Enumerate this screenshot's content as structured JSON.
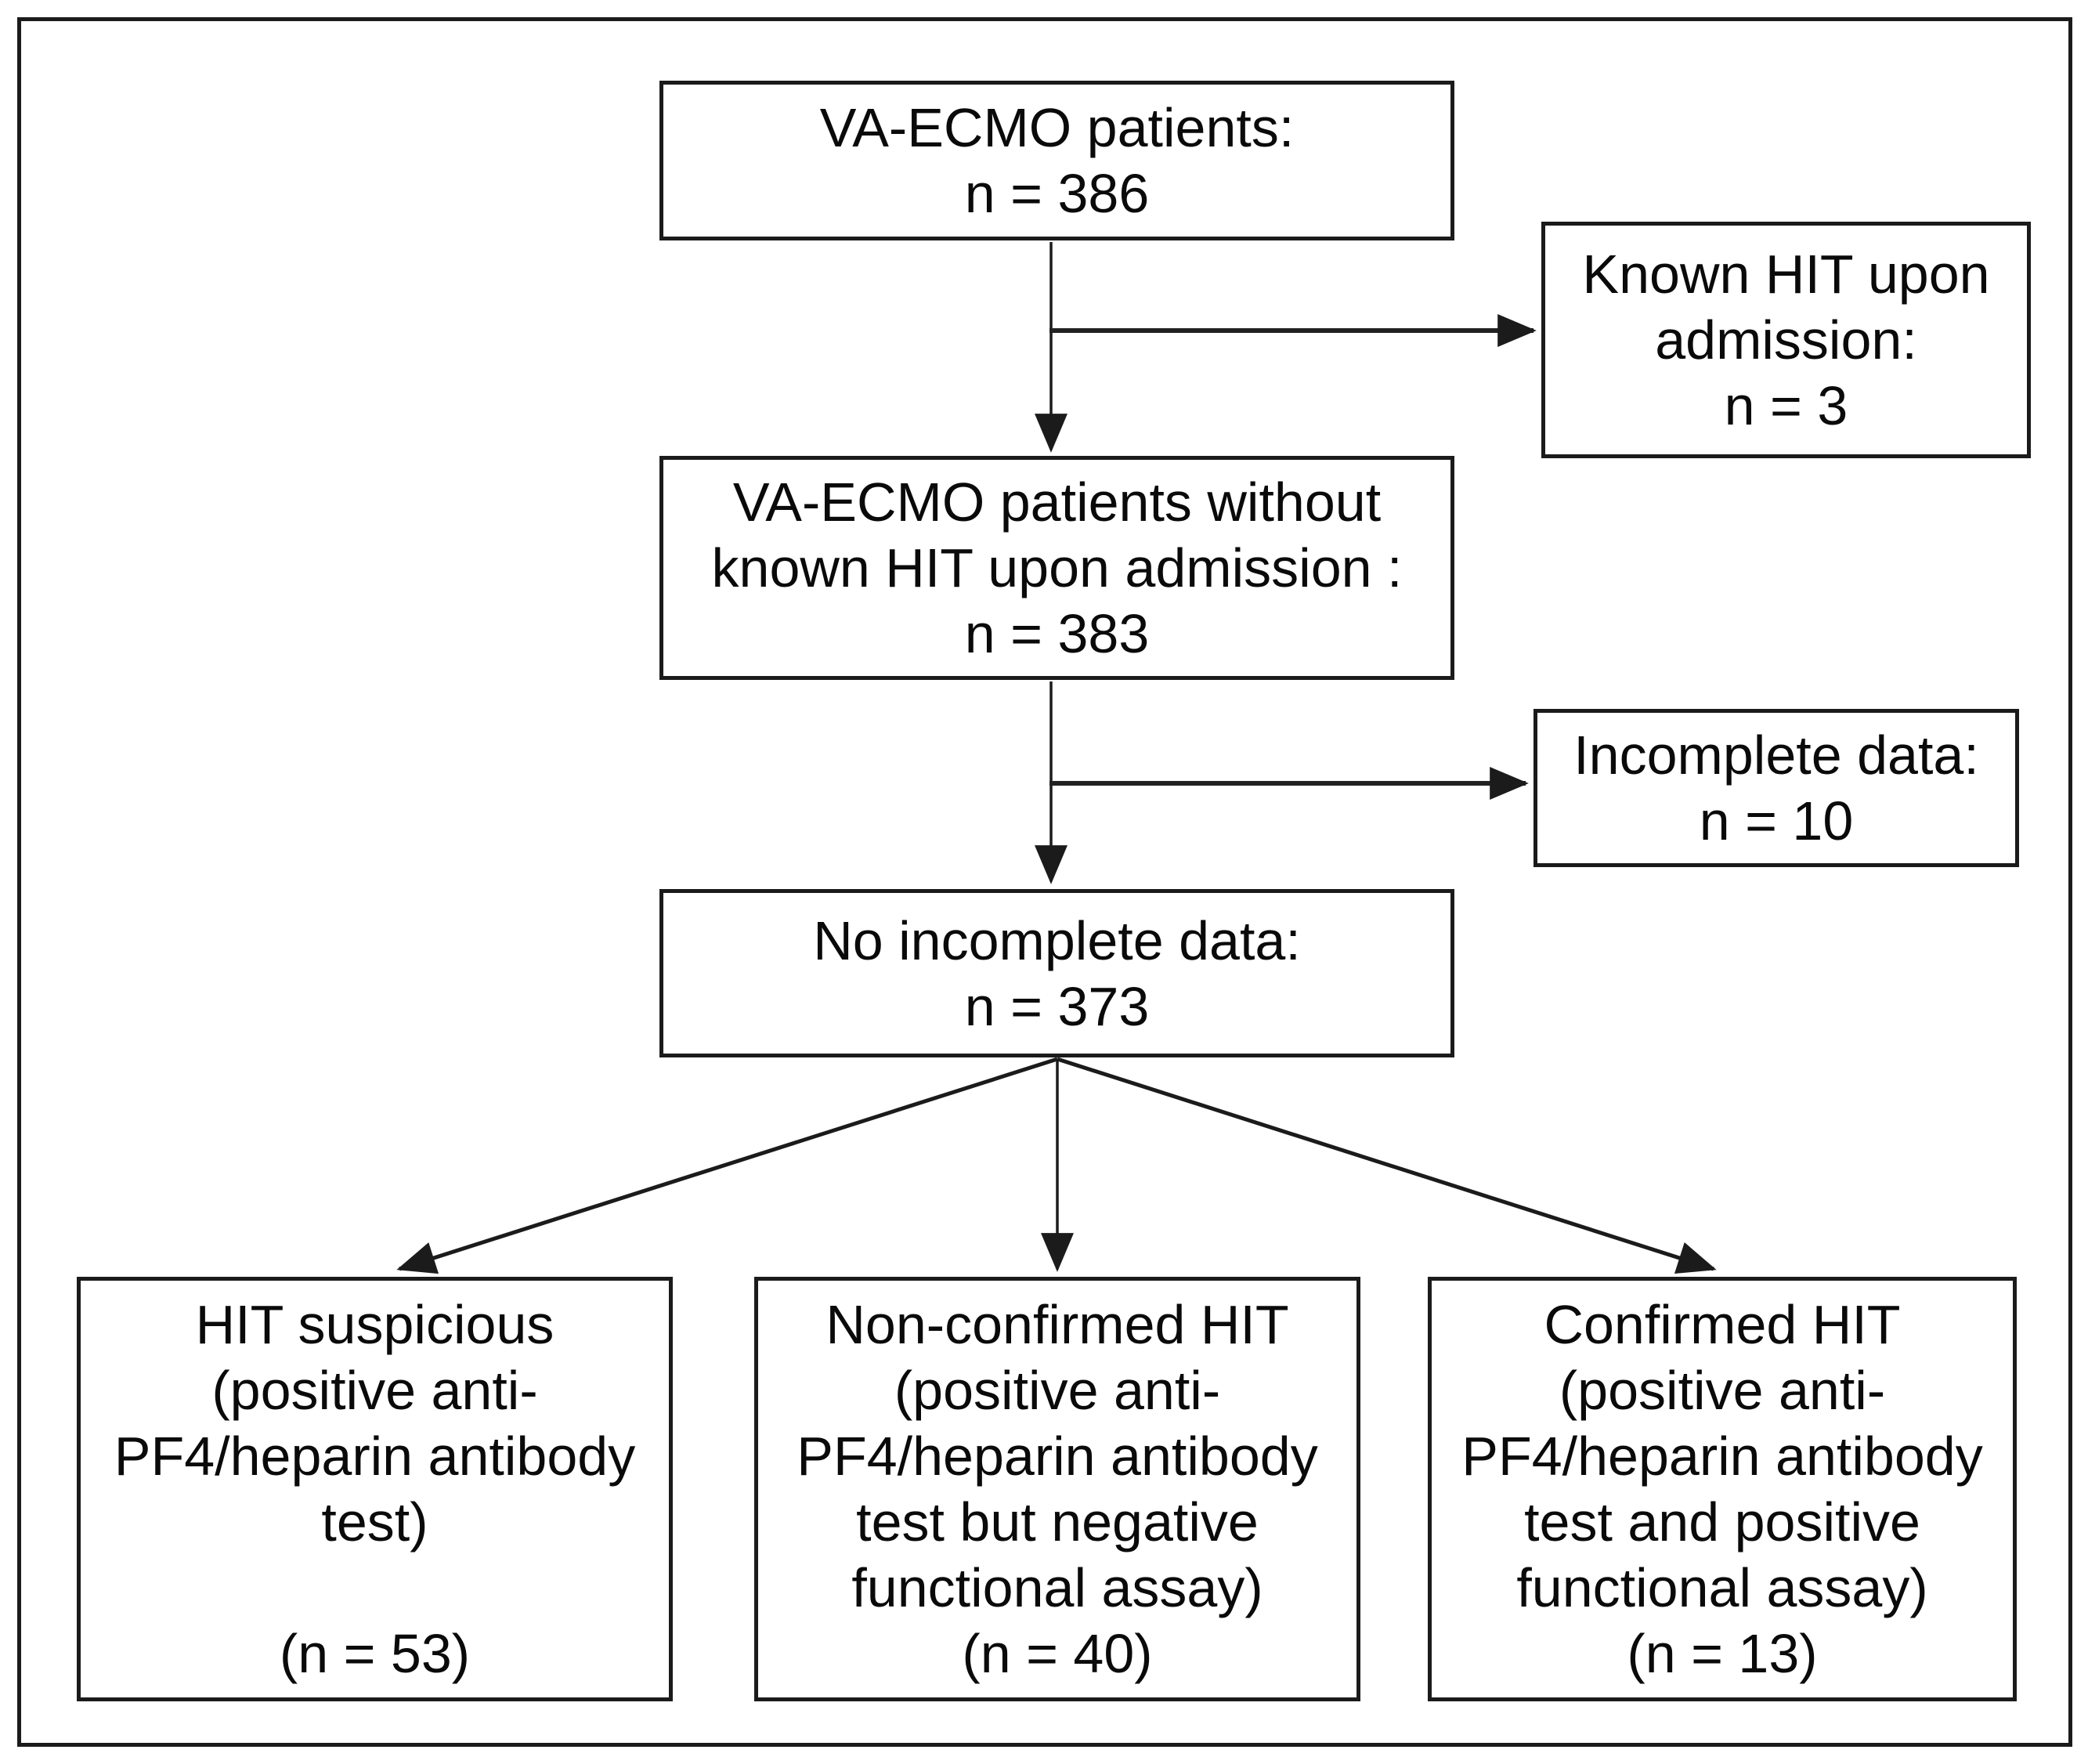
{
  "figure": {
    "type": "flowchart",
    "colors": {
      "background": "#ffffff",
      "box_border": "#1b1b1b",
      "arrow": "#1b1b1b",
      "text": "#0a0a0a"
    },
    "nodes": [
      {
        "id": "va-ecmo-total",
        "n": 386,
        "lines": [
          "VA-ECMO patients:",
          "n = 386"
        ]
      },
      {
        "id": "known-hit-admission",
        "n": 3,
        "lines": [
          "Known HIT upon",
          "admission:",
          "n = 3"
        ]
      },
      {
        "id": "no-known-hit",
        "n": 383,
        "lines": [
          "VA-ECMO patients without",
          "known HIT upon admission :",
          "n = 383"
        ]
      },
      {
        "id": "incomplete-data",
        "n": 10,
        "lines": [
          "Incomplete data:",
          "n = 10"
        ]
      },
      {
        "id": "no-incomplete-data",
        "n": 373,
        "lines": [
          "No incomplete data:",
          "n = 373"
        ]
      },
      {
        "id": "hit-suspicious",
        "n": 53,
        "lines": [
          "HIT suspicious",
          "(positive anti-",
          "PF4/heparin antibody",
          "test)",
          "",
          "(n = 53)"
        ]
      },
      {
        "id": "non-confirmed-hit",
        "n": 40,
        "lines": [
          "Non-confirmed HIT",
          "(positive anti-",
          "PF4/heparin antibody",
          "test but negative",
          "functional assay)",
          "(n = 40)"
        ]
      },
      {
        "id": "confirmed-hit",
        "n": 13,
        "lines": [
          "Confirmed HIT",
          "(positive anti-",
          "PF4/heparin antibody",
          "test and positive",
          "functional assay)",
          "(n = 13)"
        ]
      }
    ],
    "edges": [
      {
        "from": "va-ecmo-total",
        "to": "known-hit-admission"
      },
      {
        "from": "va-ecmo-total",
        "to": "no-known-hit"
      },
      {
        "from": "no-known-hit",
        "to": "incomplete-data"
      },
      {
        "from": "no-known-hit",
        "to": "no-incomplete-data"
      },
      {
        "from": "no-incomplete-data",
        "to": "hit-suspicious"
      },
      {
        "from": "no-incomplete-data",
        "to": "non-confirmed-hit"
      },
      {
        "from": "no-incomplete-data",
        "to": "confirmed-hit"
      }
    ]
  }
}
